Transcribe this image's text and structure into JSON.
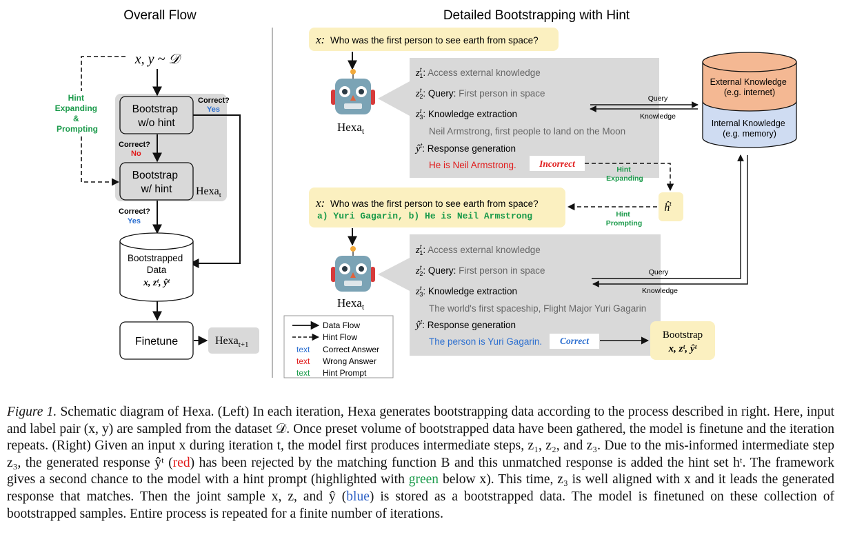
{
  "left": {
    "title": "Overall Flow",
    "sample": "x, y ~ 𝒟",
    "hint_loop": [
      "Hint",
      "Expanding",
      "&",
      "Prompting"
    ],
    "bootstrap1": [
      "Bootstrap",
      "w/o hint"
    ],
    "bootstrap2": [
      "Bootstrap",
      "w/ hint"
    ],
    "correct_q": "Correct?",
    "yes": "Yes",
    "no": "No",
    "hexa": "Hexa",
    "hexa_sub": "t",
    "db": [
      "Bootstrapped",
      "Data",
      "x, zᵗ, ŷᵗ"
    ],
    "finetune": "Finetune",
    "next_model": "Hexa",
    "next_model_sub": "t+1"
  },
  "right": {
    "title": "Detailed Bootstrapping with Hint",
    "question_var": "x:",
    "question": "Who was the first person to see earth from space?",
    "options": "a) Yuri Gagarin, b) He is Neil Armstrong",
    "robot_label": "Hexa",
    "robot_sub": "t",
    "step1_var": "z",
    "step1_label": "Access external knowledge",
    "step2_var": "z",
    "step2_label": "Query",
    "step2_value": "First person in space",
    "step3_var": "z",
    "step3_label": "Knowledge extraction",
    "step3_value_a": "Neil Armstrong, first people to land on the Moon",
    "step3_value_b": "The world's first spaceship, Flight Major Yuri Gagarin",
    "resp_var": "ŷ",
    "resp_label": "Response generation",
    "resp_a": "He is Neil Armstrong.",
    "resp_b": "The person is Yuri Gagarin.",
    "incorrect": "Incorrect",
    "correct": "Correct",
    "hint_expanding": [
      "Hint",
      "Expanding"
    ],
    "hint_prompting": [
      "Hint",
      "Prompting"
    ],
    "hint_set": "ĥ",
    "query": "Query",
    "knowledge": "Knowledge",
    "ext_kb": [
      "External Knowledge",
      "(e.g. internet)"
    ],
    "int_kb": [
      "Internal Knowledge",
      "(e.g. memory)"
    ],
    "bootstrap_out": [
      "Bootstrap",
      "x, zᵗ, ŷᵗ"
    ]
  },
  "legend": {
    "data_flow": "Data Flow",
    "hint_flow": "Hint Flow",
    "sample_text": "text",
    "correct": "Correct Answer",
    "wrong": "Wrong Answer",
    "hint": "Hint Prompt"
  },
  "colors": {
    "gray_box": "#d9d9d9",
    "yellow": "#fbf0c0",
    "ext_kb": "#f4b893",
    "int_kb": "#cfdcf2",
    "green": "#1a9a4a",
    "red": "#e01b1b",
    "blue": "#2c6fd0"
  },
  "caption": {
    "label": "Figure 1.",
    "p1": " Schematic diagram of Hexa. (Left) In each iteration, Hexa generates bootstrapping data according to the process described in right. Here, input and label pair (x, y) are sampled from the dataset 𝒟. Once preset volume of bootstrapped data have been gathered, the model is finetune and the iteration repeats. (Right) Given an input x during iteration t, the model first produces intermediate steps, z₁, z₂, and z₃. Due to the mis-informed intermediate step z₃, the generated response ŷᵗ (",
    "red_word": "red",
    "p2": ") has been rejected by the matching function B and this unmatched response is added the hint set hᵗ. The framework gives a second chance to the model with a hint prompt (highlighted with ",
    "green_word": "green",
    "p3": " below x). This time, z₃ is well aligned with x and it leads the generated response that matches. Then the joint sample x, z, and ŷ (",
    "blue_word": "blue",
    "p4": ") is stored as a bootstrapped data. The model is finetuned on these collection of bootstrapped samples. Entire process is repeated for a finite number of iterations."
  }
}
